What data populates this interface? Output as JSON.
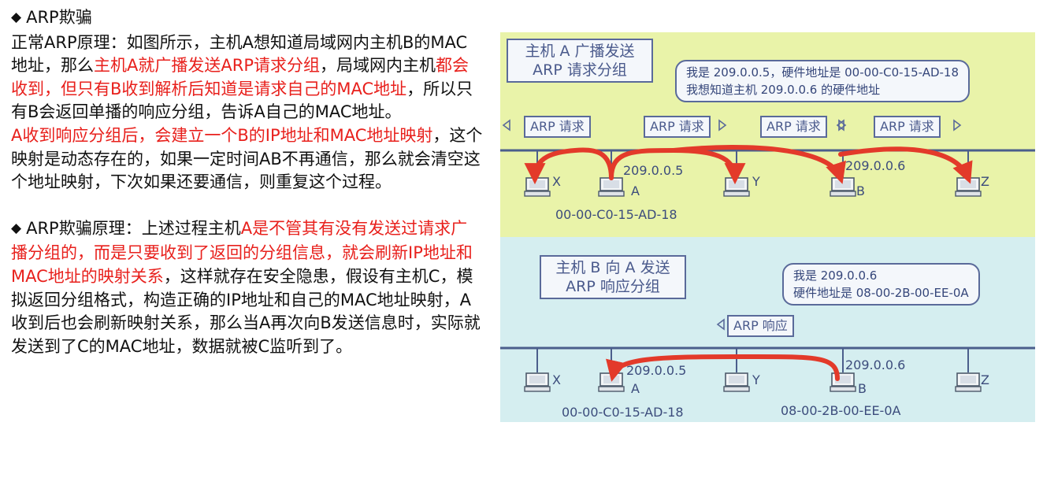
{
  "text": {
    "title": "ARP欺骗",
    "p1": [
      {
        "t": "正常ARP原理：如图所示，主机A想知道局域网内主机B的MAC地址，那么",
        "red": false
      },
      {
        "t": "主机A就广播发送ARP请求分组",
        "red": true
      },
      {
        "t": "，局域网内主机",
        "red": false
      },
      {
        "t": "都会收到，但只有B收到解析后知道是请求自己的MAC地址",
        "red": true
      },
      {
        "t": "，所以只有B会返回单播的响应分组，告诉A自己的MAC地址。",
        "red": false
      }
    ],
    "p2": [
      {
        "t": "A收到响应分组后，会建立一个B的IP地址和MAC地址映射",
        "red": true
      },
      {
        "t": "，这个映射是动态存在的，如果一定时间AB不再通信，那么就会清空这个地址映射，下次如果还要通信，则重复这个过程。",
        "red": false
      }
    ],
    "p3": [
      {
        "t": "ARP欺骗原理：上述过程主机",
        "red": false
      },
      {
        "t": "A是不管其有没有发送过请求广播分组的，而是只要收到了返回的分组信息，就会刷新IP地址和MAC地址的映射关系",
        "red": true
      },
      {
        "t": "，这样就存在安全隐患，假设有主机C，模拟返回分组格式，构造正确的IP地址和自己的MAC地址映射，A收到后也会刷新映射关系，那么当A再次向B发送信息时，实际就发送到了C的MAC地址，数据就被C监听到了。",
        "red": false
      }
    ]
  },
  "figure": {
    "top": {
      "label_line1": "主机 A 广播发送",
      "label_line2": "ARP 请求分组",
      "callout_line1": "我是 209.0.0.5，硬件地址是 00-00-C0-15-AD-18",
      "callout_line2": "我想知道主机 209.0.0.6 的硬件地址",
      "packets": [
        "ARP 请求",
        "ARP 请求",
        "ARP 请求",
        "ARP 请求"
      ],
      "hosts": [
        "X",
        "A",
        "Y",
        "B",
        "Z"
      ],
      "ip_a": "209.0.0.5",
      "ip_b": "209.0.0.6",
      "mac_a": "00-00-C0-15-AD-18"
    },
    "bottom": {
      "label_line1": "主机 B 向 A 发送",
      "label_line2": "ARP 响应分组",
      "callout_line1": "我是 209.0.0.6",
      "callout_line2": "硬件地址是 08-00-2B-00-EE-0A",
      "packet": "ARP 响应",
      "hosts": [
        "X",
        "A",
        "Y",
        "B",
        "Z"
      ],
      "ip_a": "209.0.0.5",
      "ip_b": "209.0.0.6",
      "mac_a": "00-00-C0-15-AD-18",
      "mac_b": "08-00-2B-00-EE-0A"
    }
  },
  "colors": {
    "red_text": "#e8201c",
    "arrow": "#e33a2a",
    "top_bg": "#e9f3a9",
    "bottom_bg": "#d5eef0"
  }
}
